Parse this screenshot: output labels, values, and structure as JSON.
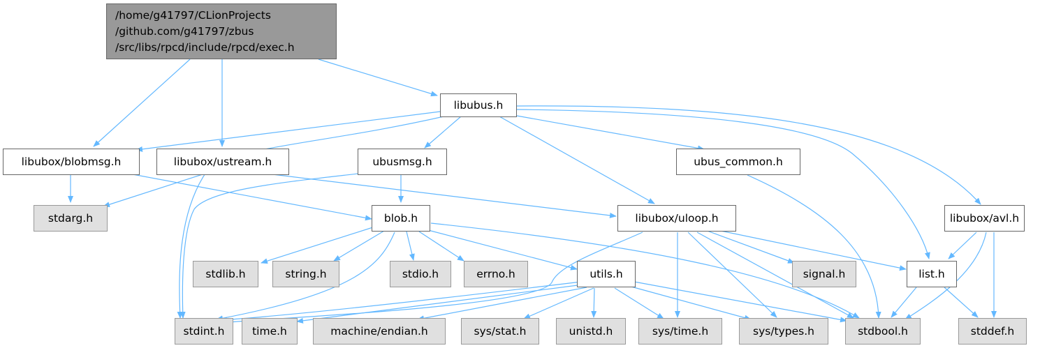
{
  "root": {
    "lines": [
      "/home/g41797/CLionProjects",
      "/github.com/g41797/zbus",
      "/src/libs/rpcd/include/rpcd/exec.h"
    ]
  },
  "nodes": {
    "libubus_h": "libubus.h",
    "blobmsg_h": "libubox/blobmsg.h",
    "ustream_h": "libubox/ustream.h",
    "ubusmsg_h": "ubusmsg.h",
    "ubus_common_h": "ubus_common.h",
    "stdarg_h": "stdarg.h",
    "blob_h": "blob.h",
    "uloop_h": "libubox/uloop.h",
    "avl_h": "libubox/avl.h",
    "stdlib_h": "stdlib.h",
    "string_h": "string.h",
    "stdio_h": "stdio.h",
    "errno_h": "errno.h",
    "utils_h": "utils.h",
    "signal_h": "signal.h",
    "list_h": "list.h",
    "stdint_h": "stdint.h",
    "time_h": "time.h",
    "endian_h": "machine/endian.h",
    "sys_stat_h": "sys/stat.h",
    "unistd_h": "unistd.h",
    "sys_time_h": "sys/time.h",
    "sys_types_h": "sys/types.h",
    "stdbool_h": "stdbool.h",
    "stddef_h": "stddef.h"
  },
  "colors": {
    "edge": "#63b8ff",
    "root_fill": "#999999",
    "system_fill": "#e0e0e0",
    "file_border": "#666666"
  }
}
